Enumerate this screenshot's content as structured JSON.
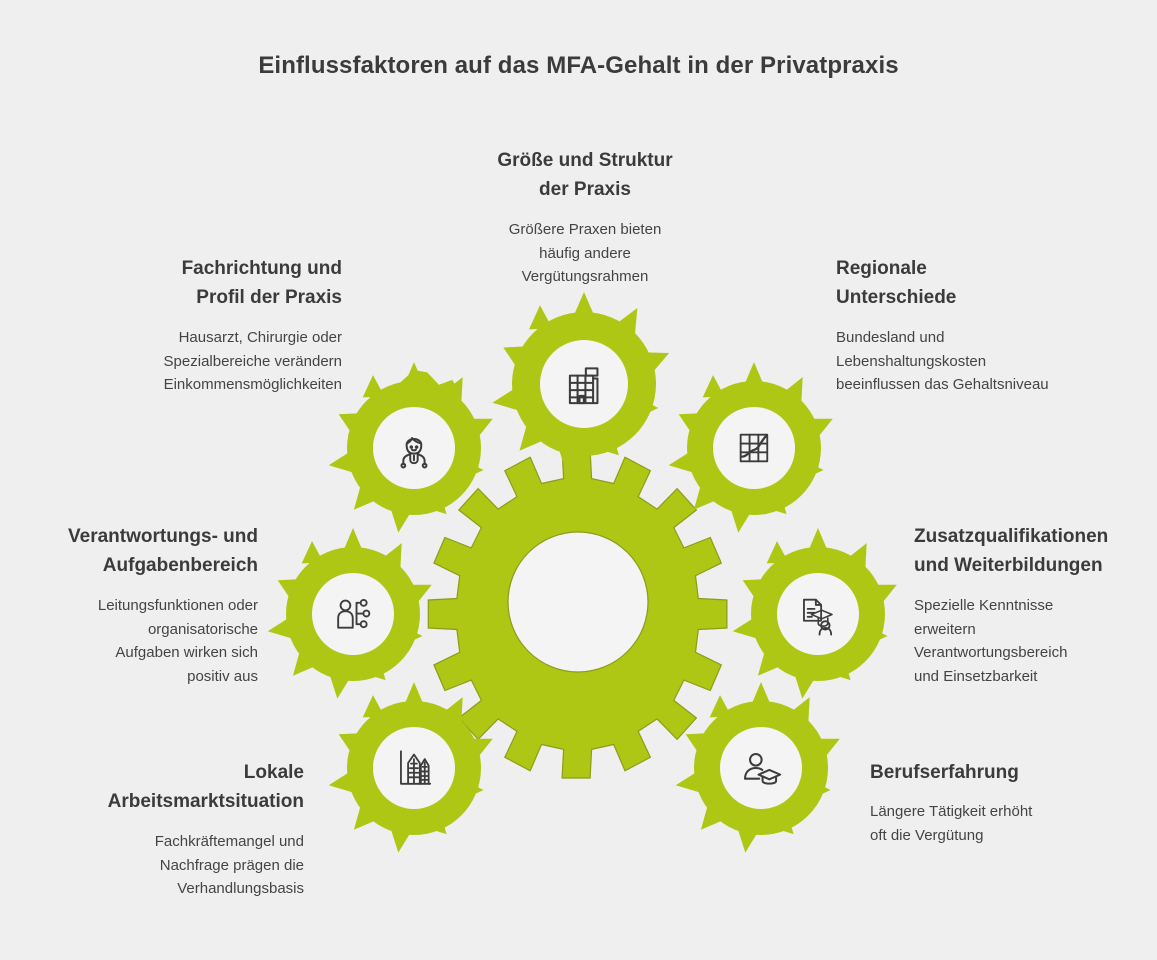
{
  "header": {
    "title": "Einflussfaktoren auf das MFA-Gehalt in der Privatpraxis"
  },
  "theme": {
    "background": "#efefef",
    "gear_green": "#aec715",
    "gear_hub": "#f4f4f4",
    "title_color": "#3b3b3b",
    "body_color": "#444444",
    "icon_stroke": "#3c3c3c"
  },
  "center": {
    "icon": "large-gear-icon",
    "teeth": 16
  },
  "factors": [
    {
      "id": "groesse",
      "title": "Größe und Struktur der Praxis",
      "title_lines": [
        "Größe und Struktur",
        "der Praxis"
      ],
      "description": "Größere Praxen bieten häufig andere Vergütungsrahmen",
      "description_lines": [
        "Größere Praxen bieten",
        "häufig andere",
        "Vergütungsrahmen"
      ],
      "icon": "office-building-icon",
      "position": "top-center",
      "align": "center"
    },
    {
      "id": "fachrichtung",
      "title": "Fachrichtung und Profil der Praxis",
      "title_lines": [
        "Fachrichtung und",
        "Profil der Praxis"
      ],
      "description": "Hausarzt, Chirurgie oder Spezialbereiche verändern Einkommensmöglichkeiten",
      "description_lines": [
        "Hausarzt, Chirurgie oder",
        "Spezialbereiche verändern",
        "Einkommensmöglichkeiten"
      ],
      "icon": "doctor-stethoscope-icon",
      "position": "upper-left",
      "align": "right"
    },
    {
      "id": "regionale",
      "title": "Regionale Unterschiede",
      "title_lines": [
        "Regionale",
        "Unterschiede"
      ],
      "description": "Bundesland und Lebenshaltungskosten beeinflussen das Gehaltsniveau",
      "description_lines": [
        "Bundesland und",
        "Lebenshaltungskosten",
        "beeinflussen das Gehaltsniveau"
      ],
      "icon": "region-map-grid-icon",
      "position": "upper-right",
      "align": "left"
    },
    {
      "id": "verantwortung",
      "title": "Verantwortungs- und Aufgabenbereich",
      "title_lines": [
        "Verantwortungs- und",
        "Aufgabenbereich"
      ],
      "description": "Leitungsfunktionen oder organisatorische Aufgaben wirken sich positiv aus",
      "description_lines": [
        "Leitungsfunktionen oder",
        "organisatorische",
        "Aufgaben wirken sich",
        "positiv aus"
      ],
      "icon": "person-org-chart-icon",
      "position": "middle-left",
      "align": "right"
    },
    {
      "id": "zusatzqualifikationen",
      "title": "Zusatzqualifikationen und Weiterbildungen",
      "title_lines": [
        "Zusatzqualifikationen",
        "und Weiterbildungen"
      ],
      "description": "Spezielle Kenntnisse erweitern Verantwortungsbereich und Einsetzbarkeit",
      "description_lines": [
        "Spezielle Kenntnisse",
        "erweitern",
        "Verantwortungsbereich",
        "und Einsetzbarkeit"
      ],
      "icon": "certificate-graduation-icon",
      "position": "middle-right",
      "align": "left"
    },
    {
      "id": "lokale",
      "title": "Lokale Arbeitsmarktsituation",
      "title_lines": [
        "Lokale",
        "Arbeitsmarktsituation"
      ],
      "description": "Fachkräftemangel und Nachfrage prägen die Verhandlungsbasis",
      "description_lines": [
        "Fachkräftemangel und",
        "Nachfrage prägen die",
        "Verhandlungsbasis"
      ],
      "icon": "factory-industry-icon",
      "position": "bottom-left",
      "align": "right"
    },
    {
      "id": "berufserfahrung",
      "title": "Berufserfahrung",
      "title_lines": [
        "Berufserfahrung"
      ],
      "description": "Längere Tätigkeit erhöht oft die Vergütung",
      "description_lines": [
        "Längere Tätigkeit erhöht",
        "oft die Vergütung"
      ],
      "icon": "person-graduation-cap-icon",
      "position": "bottom-right",
      "align": "left"
    }
  ]
}
